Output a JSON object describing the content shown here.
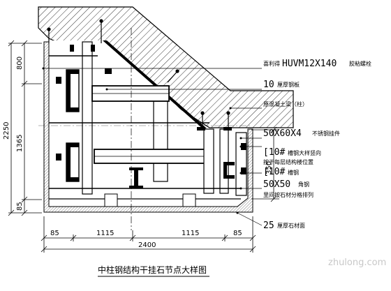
{
  "title": "中柱钢结构干挂石节点大样图",
  "dimensions": {
    "left_vertical": [
      "800",
      "2250",
      "1365",
      "85"
    ],
    "right_vertical": "350",
    "bottom_segments": [
      "85",
      "1115",
      "1115",
      "85"
    ],
    "bottom_total": "2400"
  },
  "callouts": [
    {
      "id": "anchor-bolt",
      "big": "HUVM12X140",
      "prefix": "喜利得",
      "suffix": "胶粘螺栓"
    },
    {
      "id": "plate",
      "big": "10",
      "suffix": "厘厚钢板"
    },
    {
      "id": "concrete-beam",
      "big": "",
      "suffix": "原混凝土梁（柱）"
    },
    {
      "id": "ss-hanger",
      "big": "50X60X4",
      "suffix": "不锈钢挂件"
    },
    {
      "id": "channel-vertical",
      "big": "[10#",
      "suffix": "槽钢大样竖向",
      "sub": "按于每层结构楼位置"
    },
    {
      "id": "channel-horizontal",
      "big": "[10#",
      "suffix": "槽钢"
    },
    {
      "id": "angle-steel",
      "big": "50X50",
      "suffix": "角钢",
      "sub": "里间按石材分格排列"
    },
    {
      "id": "stone",
      "big": "25",
      "suffix": "厘厚石材面"
    }
  ],
  "watermark": "zhulong.com"
}
